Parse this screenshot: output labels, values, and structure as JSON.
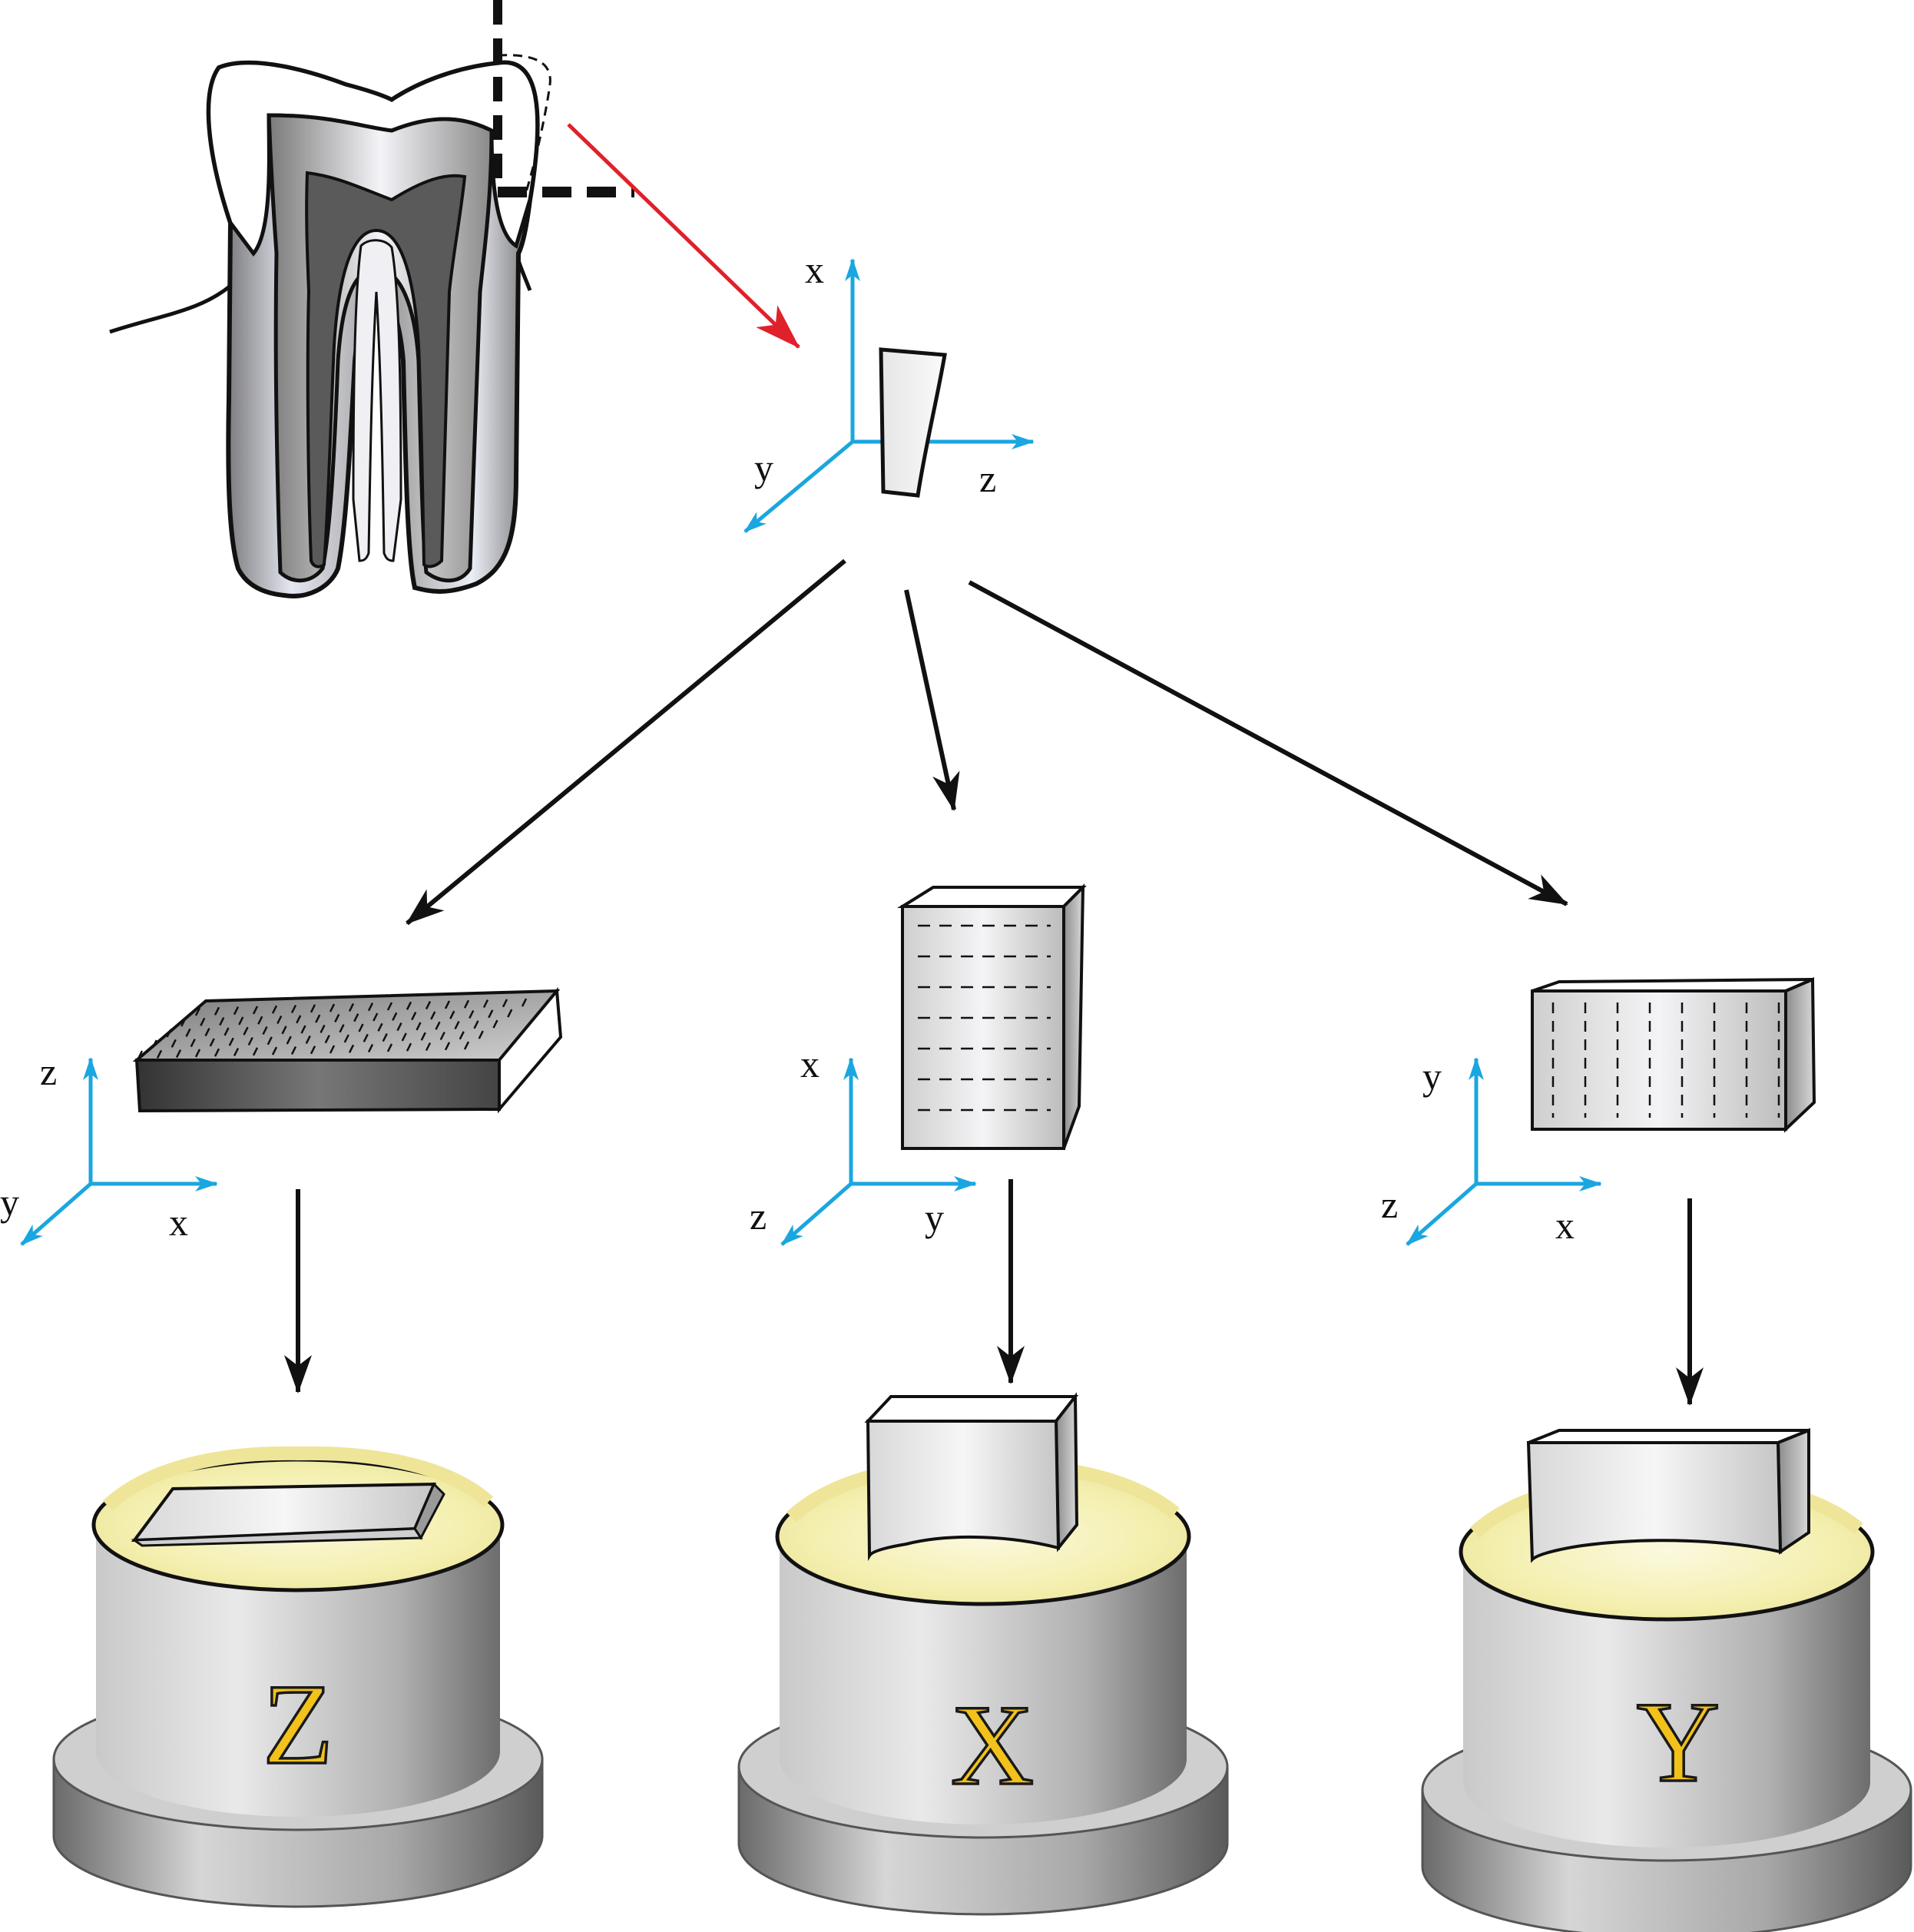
{
  "colors": {
    "axis": "#1aa6e0",
    "cut_arrow": "#e0202a",
    "flow_arrow": "#111111",
    "stage_letter": "#f2c21b",
    "mount": "#f6f2b8"
  },
  "icons": {
    "tooth": "tooth-cross-section-icon",
    "specimen": "enamel-specimen-icon",
    "stage": "mounting-stage-icon"
  },
  "top_axes": {
    "x": "x",
    "y": "y",
    "z": "z"
  },
  "branches": [
    {
      "id": "left",
      "axes": {
        "up": "z",
        "diag": "y",
        "right": "x"
      },
      "stage_label": "Z"
    },
    {
      "id": "middle",
      "axes": {
        "up": "x",
        "diag": "z",
        "right": "y"
      },
      "stage_label": "X"
    },
    {
      "id": "right",
      "axes": {
        "up": "y",
        "diag": "z",
        "right": "x"
      },
      "stage_label": "Y"
    }
  ]
}
